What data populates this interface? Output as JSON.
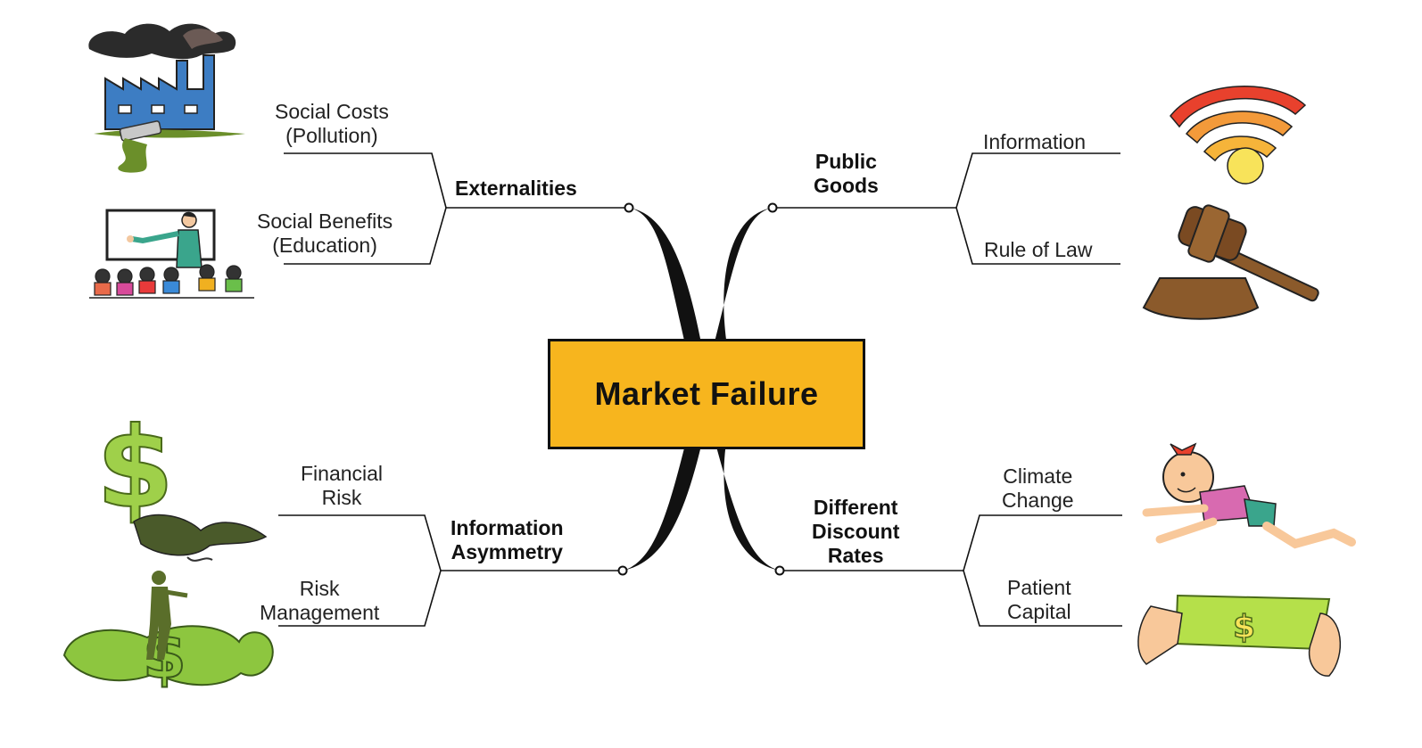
{
  "center": {
    "label": "Market Failure",
    "fill": "#f7b51e"
  },
  "branches": {
    "externalities": {
      "label": "Externalities",
      "leaves": [
        {
          "lines": [
            "Social Costs",
            "(Pollution)"
          ],
          "icon": "factory-pollution-icon"
        },
        {
          "lines": [
            "Social Benefits",
            "(Education)"
          ],
          "icon": "classroom-icon"
        }
      ]
    },
    "public_goods": {
      "lines": [
        "Public",
        "Goods"
      ],
      "leaves": [
        {
          "lines": [
            "Information"
          ],
          "icon": "wifi-signal-icon"
        },
        {
          "lines": [
            "Rule of Law"
          ],
          "icon": "gavel-icon"
        }
      ]
    },
    "information_asymmetry": {
      "lines": [
        "Information",
        "Asymmetry"
      ],
      "leaves": [
        {
          "lines": [
            "Financial",
            "Risk"
          ],
          "icon": "dollar-snake-icon"
        },
        {
          "lines": [
            "Risk",
            "Management"
          ],
          "icon": "man-on-dollar-icon"
        }
      ]
    },
    "discount_rates": {
      "lines": [
        "Different",
        "Discount",
        "Rates"
      ],
      "leaves": [
        {
          "lines": [
            "Climate",
            "Change"
          ],
          "icon": "crawling-baby-icon"
        },
        {
          "lines": [
            "Patient",
            "Capital"
          ],
          "icon": "money-bill-icon"
        }
      ]
    }
  },
  "colors": {
    "line": "#111111",
    "dollar_green": "#8dc63f",
    "dark_green": "#5a6e2a"
  }
}
